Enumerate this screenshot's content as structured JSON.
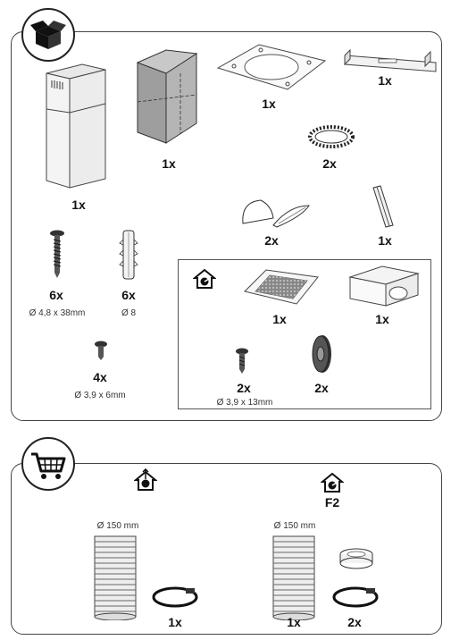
{
  "kit": {
    "items": [
      {
        "qty": "1x"
      },
      {
        "qty": "1x"
      },
      {
        "qty": "1x"
      },
      {
        "qty": "1x"
      },
      {
        "qty": "2x"
      },
      {
        "qty": "2x"
      },
      {
        "qty": "1x"
      },
      {
        "qty": "6x",
        "spec": "Ø 4,8 x 38mm"
      },
      {
        "qty": "6x",
        "spec": "Ø 8"
      },
      {
        "qty": "4x",
        "spec": "Ø 3,9 x 6mm"
      }
    ],
    "recirc_box": {
      "items": [
        {
          "qty": "1x"
        },
        {
          "qty": "1x"
        },
        {
          "qty": "2x",
          "spec": "Ø 3,9 x 13mm"
        },
        {
          "qty": "2x"
        }
      ]
    }
  },
  "accessories": {
    "left": {
      "pipe_diameter": "Ø 150 mm",
      "clamp_qty": "1x"
    },
    "right": {
      "mode_label": "F2",
      "pipe_diameter": "Ø 150 mm",
      "pipe_qty": "1x",
      "clamp_qty": "2x"
    }
  },
  "icons": [
    "box-icon",
    "shopping-cart-icon",
    "house-extraction-icon",
    "house-recirculation-icon"
  ]
}
